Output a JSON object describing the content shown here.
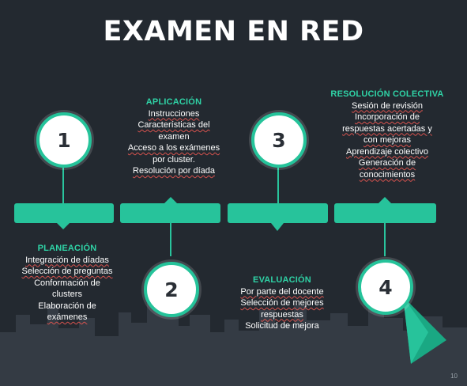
{
  "title": "EXAMEN EN RED",
  "steps": [
    {
      "number": "1",
      "heading": "PLANEACIÓN",
      "lines": [
        "Integración de díadas",
        "Selección de preguntas",
        "Conformación de",
        "clusters",
        "Elaboración de",
        "exámenes"
      ]
    },
    {
      "number": "2",
      "heading": "APLICACIÓN",
      "lines": [
        "Instrucciones",
        "Características del",
        "examen",
        "Acceso a los exámenes",
        "por cluster.",
        "Resolución por díada"
      ]
    },
    {
      "number": "3",
      "heading": "EVALUACIÓN",
      "lines": [
        "Por parte del docente",
        "Selección de mejores",
        "respuestas",
        "Solicitud de mejora"
      ]
    },
    {
      "number": "4",
      "heading": "RESOLUCIÓN COLECTIVA",
      "lines": [
        "Sesión de revisión",
        "Incorporación de",
        "respuestas acertadas y",
        "con mejoras",
        "Aprendizaje colectivo",
        "Generación de",
        "conocimientos"
      ]
    }
  ],
  "page_number": "10",
  "colors": {
    "accent": "#27c39b",
    "background": "#232930",
    "skyline": "#353c45"
  }
}
